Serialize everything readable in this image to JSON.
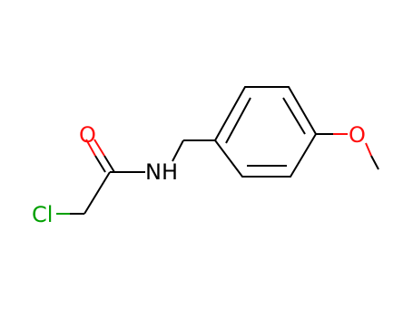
{
  "molecule": {
    "atoms": {
      "chlorine": {
        "symbol": "Cl",
        "color": "#00a000"
      },
      "carbonyl_oxygen": {
        "symbol": "O",
        "color": "#ff0d0d"
      },
      "amide_nitrogen": {
        "symbol": "NH",
        "color": "#000000"
      },
      "ether_oxygen": {
        "symbol": "O",
        "color": "#ff0d0d"
      }
    },
    "bond_color": "#000000"
  }
}
